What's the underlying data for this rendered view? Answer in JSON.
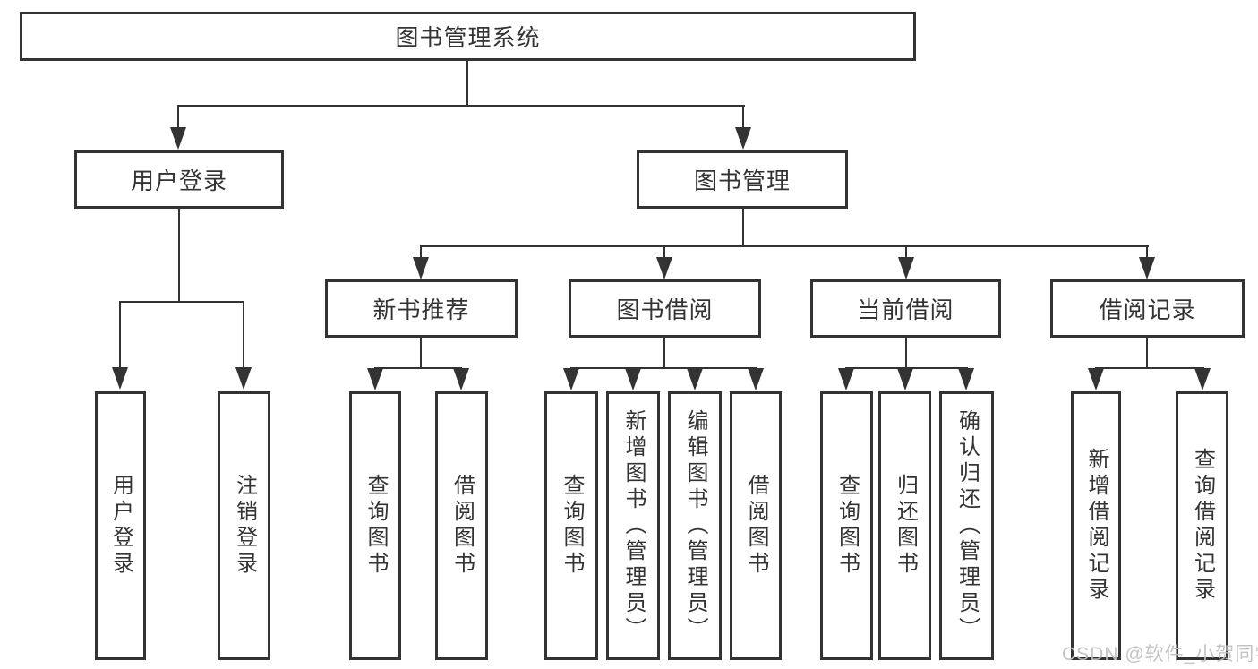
{
  "tree": {
    "root": "图书管理系统",
    "branches": [
      {
        "label": "用户登录",
        "leaves": [
          "用户登录",
          "注销登录"
        ]
      },
      {
        "label": "图书管理",
        "groups": [
          {
            "label": "新书推荐",
            "leaves": [
              "查询图书",
              "借阅图书"
            ]
          },
          {
            "label": "图书借阅",
            "leaves": [
              "查询图书",
              "新增图书（管理员）",
              "编辑图书（管理员）",
              "借阅图书"
            ]
          },
          {
            "label": "当前借阅",
            "leaves": [
              "查询图书",
              "归还图书",
              "确认归还（管理员）"
            ]
          },
          {
            "label": "借阅记录",
            "leaves": [
              "新增借阅记录",
              "查询借阅记录"
            ]
          }
        ]
      }
    ]
  },
  "watermark": {
    "text": "CSDN @软件_小贺同学"
  },
  "colors": {
    "line": "#333333",
    "background": "#ffffff",
    "watermark": "#bfbfbf"
  }
}
